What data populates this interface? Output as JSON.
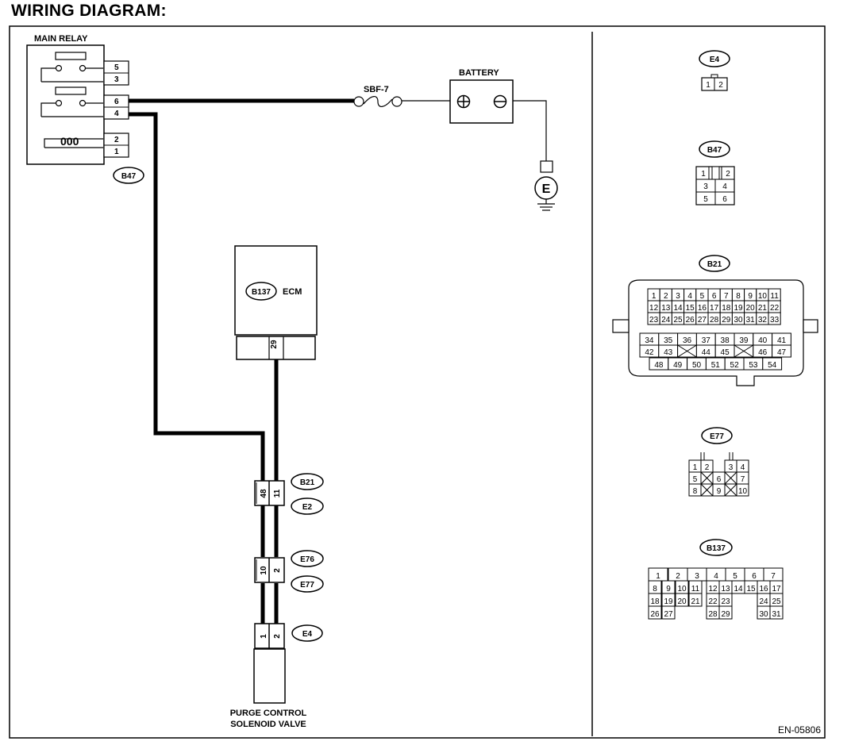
{
  "title": "WIRING DIAGRAM:",
  "figure_code": "EN-05806",
  "main_relay": {
    "label": "MAIN RELAY",
    "connector": "B47",
    "pins": [
      "5",
      "3",
      "6",
      "4",
      "2",
      "1"
    ],
    "coil_text": "000"
  },
  "fuse": {
    "label": "SBF-7"
  },
  "battery": {
    "label": "BATTERY"
  },
  "ground": {
    "label": "E"
  },
  "ecm": {
    "label": "ECM",
    "connector": "B137",
    "pin": "29"
  },
  "inline_connectors": [
    {
      "tags": [
        "B21",
        "E2"
      ],
      "pins": [
        "48",
        "11"
      ]
    },
    {
      "tags": [
        "E76",
        "E77"
      ],
      "pins": [
        "10",
        "2"
      ]
    }
  ],
  "valve": {
    "label_line1": "PURGE CONTROL",
    "label_line2": "SOLENOID VALVE",
    "connector": "E4",
    "pins": [
      "1",
      "2"
    ]
  },
  "connector_views": {
    "e4": {
      "tag": "E4",
      "pins": [
        "1",
        "2"
      ]
    },
    "b47": {
      "tag": "B47",
      "pins": [
        "1",
        "2",
        "3",
        "4",
        "5",
        "6"
      ]
    },
    "b21": {
      "tag": "B21",
      "rows": [
        [
          "1",
          "2",
          "3",
          "4",
          "5",
          "6",
          "7",
          "8",
          "9",
          "10",
          "11"
        ],
        [
          "12",
          "13",
          "14",
          "15",
          "16",
          "17",
          "18",
          "19",
          "20",
          "21",
          "22"
        ],
        [
          "23",
          "24",
          "25",
          "26",
          "27",
          "28",
          "29",
          "30",
          "31",
          "32",
          "33"
        ],
        [
          "34",
          "35",
          "36",
          "37",
          "38",
          "39",
          "40",
          "41"
        ],
        [
          "42",
          "43",
          "44",
          "45",
          "46",
          "47"
        ],
        [
          "48",
          "49",
          "50",
          "51",
          "52",
          "53",
          "54"
        ]
      ]
    },
    "e77": {
      "tag": "E77",
      "pins": [
        "1",
        "2",
        "3",
        "4",
        "5",
        "6",
        "7",
        "8",
        "9",
        "10"
      ]
    },
    "b137": {
      "tag": "B137",
      "rows": [
        [
          "1",
          "2",
          "3",
          "4",
          "5",
          "6",
          "7"
        ],
        [
          "8",
          "9",
          "10",
          "11",
          "12",
          "13",
          "14",
          "15",
          "16",
          "17"
        ],
        [
          "18",
          "19",
          "20",
          "21",
          "22",
          "23",
          "24",
          "25"
        ],
        [
          "26",
          "27",
          "28",
          "29",
          "30",
          "31"
        ]
      ]
    }
  }
}
